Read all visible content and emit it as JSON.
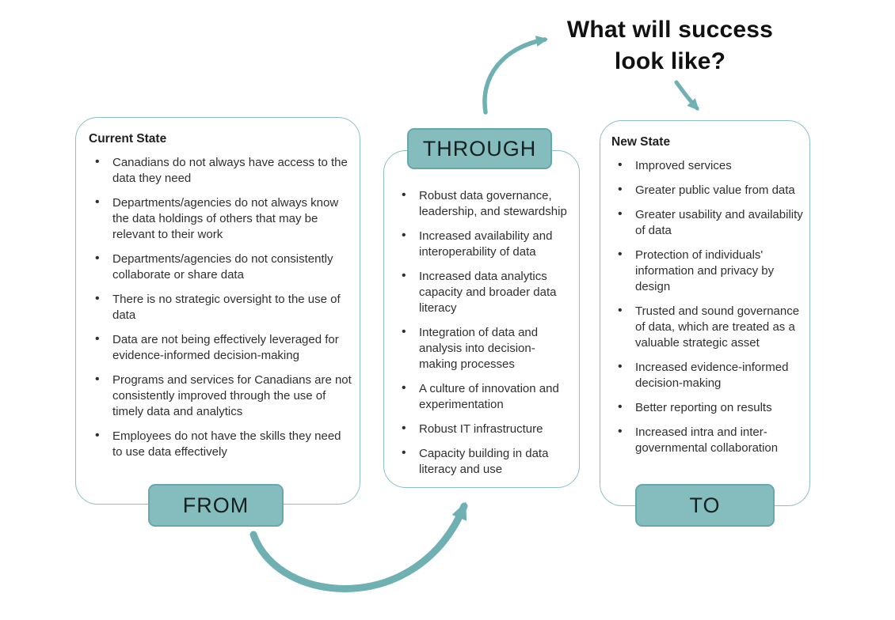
{
  "title": "What will success look like?",
  "colors": {
    "teal_fill": "#85bdbf",
    "teal_border": "#68a7aa",
    "box_border": "#8ebfc3",
    "arrow": "#6fb0b2",
    "text": "#2f2f2f",
    "title_color": "#111111"
  },
  "left_box": {
    "header": "Current State",
    "label": "FROM",
    "items": [
      "Canadians do not always have access to the data they need",
      "Departments/agencies do not always know the data holdings of others that may be relevant to their work",
      "Departments/agencies do not consistently collaborate or share data",
      "There is no strategic oversight to the use of data",
      "Data are not being effectively leveraged for evidence-informed decision-making",
      "Programs and services for Canadians are not consistently improved through the use of timely data and analytics",
      "Employees do not have the skills they need to use data effectively"
    ]
  },
  "middle_box": {
    "label": "THROUGH",
    "items": [
      "Robust data governance, leadership, and stewardship",
      "Increased availability and interoperability of data",
      "Increased data analytics capacity and broader data literacy",
      "Integration of data and analysis into decision-making processes",
      "A culture of innovation and experimentation",
      "Robust IT infrastructure",
      "Capacity building in data literacy and use"
    ]
  },
  "right_box": {
    "header": "New State",
    "label": "TO",
    "items": [
      "Improved services",
      "Greater public value from data",
      "Greater usability and availability of data",
      "Protection of individuals' information and privacy by design",
      "Trusted and sound governance of data, which are treated as a valuable strategic asset",
      "Increased evidence-informed decision-making",
      "Better reporting on results",
      "Increased intra and inter-governmental collaboration"
    ]
  },
  "arrows": {
    "from_to_through": "curved-swoosh-arrow",
    "through_to_title": "curved-arrow",
    "title_to_new_state": "small-curved-arrow"
  }
}
